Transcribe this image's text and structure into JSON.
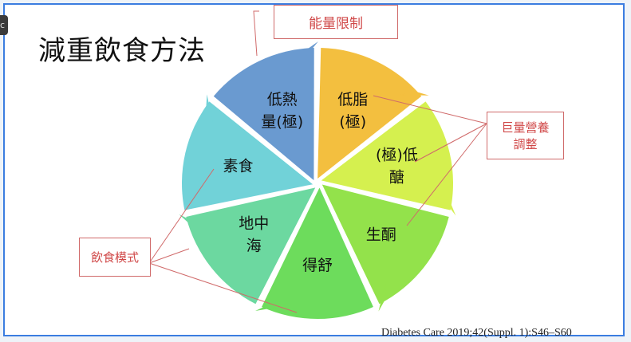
{
  "side_button": {
    "label": "c"
  },
  "title": "減重飲食方法",
  "callouts": {
    "energy": "能量限制",
    "macro": [
      "巨量營養",
      "調整"
    ],
    "pattern": "飲食模式"
  },
  "segments": [
    {
      "label": [
        "低脂",
        "(極)"
      ],
      "color": "#f3bf3f"
    },
    {
      "label": [
        "(極)低",
        "醣"
      ],
      "color": "#d5f04f"
    },
    {
      "label": [
        "生酮"
      ],
      "color": "#93e24b"
    },
    {
      "label": [
        "得舒"
      ],
      "color": "#6ddc5c"
    },
    {
      "label": [
        "地中",
        "海"
      ],
      "color": "#6cd8a0"
    },
    {
      "label": [
        "素食"
      ],
      "color": "#71d2d8"
    },
    {
      "label": [
        "低熱",
        "量(極)"
      ],
      "color": "#6a9ad0"
    }
  ],
  "citation": "Diabetes Care 2019;42(Suppl. 1):S46–S60",
  "colors": {
    "callout": "#d04848",
    "frame": "#3b7de0"
  }
}
